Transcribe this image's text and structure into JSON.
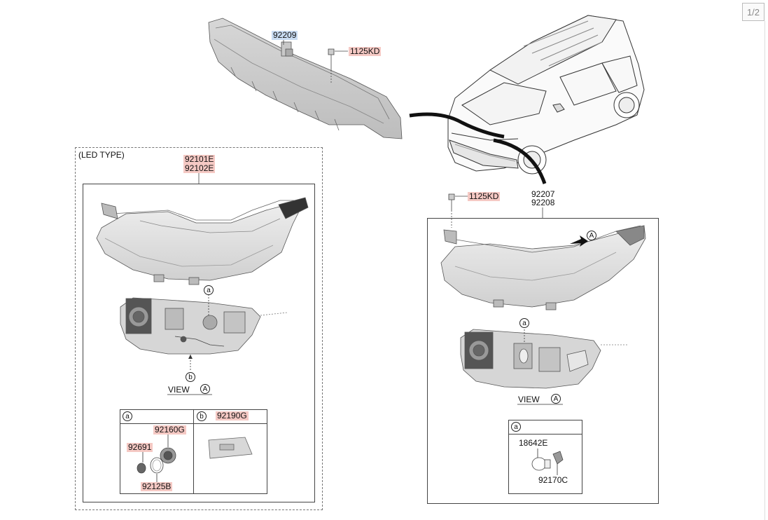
{
  "page_indicator": "1/2",
  "top_assembly": {
    "part_main": "92209",
    "part_bolt": "1125KD"
  },
  "led_section": {
    "title": "(LED TYPE)",
    "part_line1": "92101E",
    "part_line2": "92102E",
    "circle_a": "a",
    "circle_b": "b",
    "view_label": "VIEW",
    "view_circle": "A",
    "detail_a": {
      "circle": "a",
      "parts": [
        "92160G",
        "92691",
        "92125B"
      ]
    },
    "detail_b": {
      "circle": "b",
      "part": "92190G"
    }
  },
  "right_section": {
    "part_bolt": "1125KD",
    "part_line1": "92207",
    "part_line2": "92208",
    "arrow_circle": "A",
    "circle_a": "a",
    "view_label": "VIEW",
    "view_circle": "A",
    "detail_a": {
      "circle": "a",
      "parts": [
        "18642E",
        "92170C"
      ]
    }
  }
}
